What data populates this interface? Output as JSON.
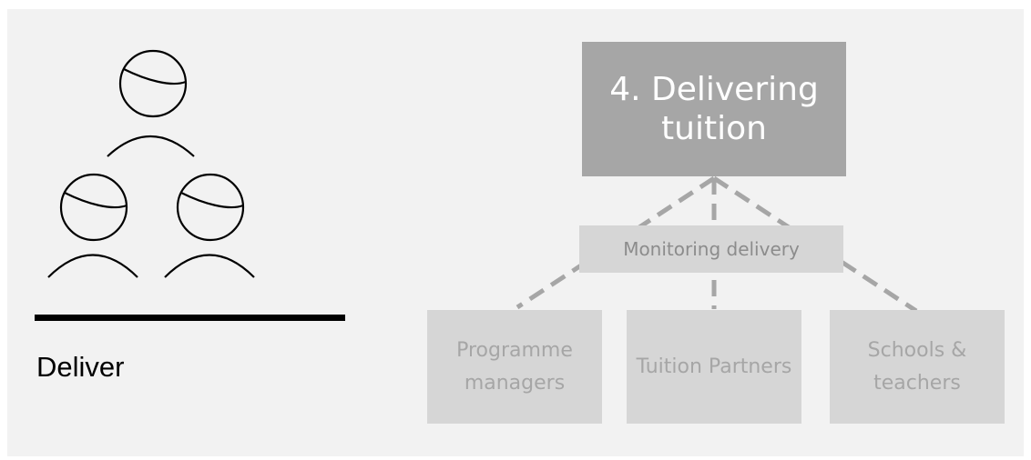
{
  "stage": {
    "label": "Deliver"
  },
  "diagram": {
    "main": "4. Delivering tuition",
    "middle": "Monitoring delivery",
    "leaves": [
      "Programme managers",
      "Tuition Partners",
      "Schools & teachers"
    ]
  },
  "colors": {
    "panel": "#f2f2f2",
    "main_box": "#a6a6a6",
    "light_box": "#d6d6d6",
    "dashed_line": "#a6a6a6",
    "icon_stroke": "#000000"
  }
}
